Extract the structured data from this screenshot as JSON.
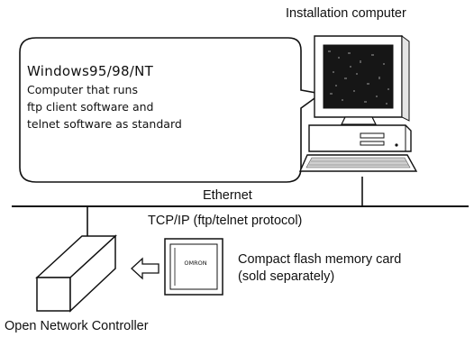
{
  "labels": {
    "installation_computer": "Installation computer",
    "ethernet": "Ethernet",
    "protocol": "TCP/IP (ftp/telnet protocol)",
    "card_line1": "Compact flash memory card",
    "card_line2": "(sold separately)",
    "controller": "Open Network Controller",
    "card_face": "OMRON"
  },
  "bubble": {
    "lines": [
      "Windows95/98/NT",
      "Computer that runs",
      "ftp client software and",
      "telnet software as standard"
    ]
  },
  "icons": {
    "computer": "desktop-computer-icon",
    "controller": "controller-box-icon",
    "card": "flash-card-icon",
    "arrow": "insert-arrow-icon"
  }
}
